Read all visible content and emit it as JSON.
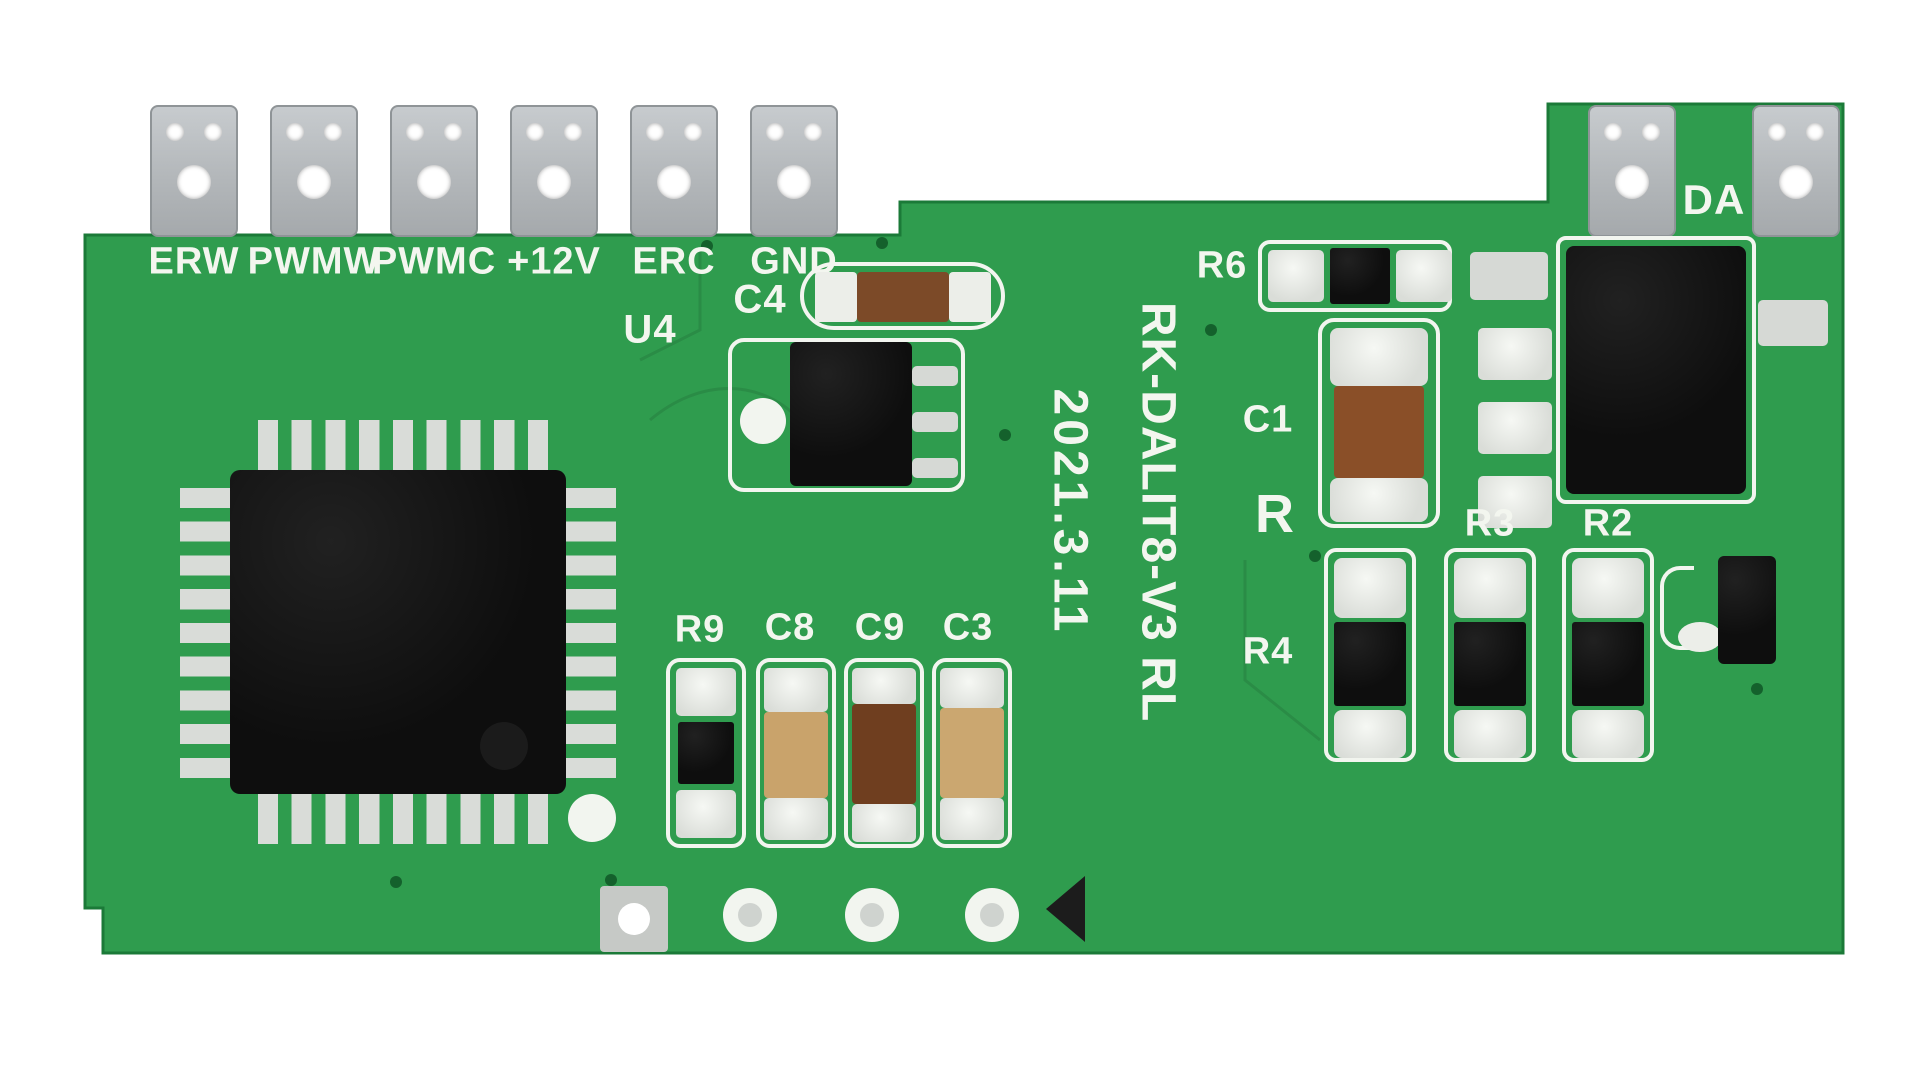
{
  "image": {
    "type": "pcb-top-view-photo",
    "description": "Green DALI dimmer/LED driver PCB module, white background"
  },
  "board": {
    "model_vertical_text": "RK-DALIT8-V3 RL",
    "date_vertical_text": "2021.3.11",
    "terminals_left": [
      {
        "label": "ERW"
      },
      {
        "label": "PWMW"
      },
      {
        "label": "PWMC"
      },
      {
        "label": "+12V"
      },
      {
        "label": "ERC"
      },
      {
        "label": "GND"
      }
    ],
    "terminal_right_label": "DA",
    "refdes": {
      "u4": "U4",
      "c4": "C4",
      "r9": "R9",
      "c8": "C8",
      "c9": "C9",
      "c3": "C3",
      "r6": "R6",
      "c1": "C1",
      "r": "R",
      "r3": "R3",
      "r2": "R2",
      "r4": "R4"
    },
    "colors": {
      "background": "#ffffff",
      "board_green": "#2f9c4e",
      "board_edge": "#1b7a38",
      "silkscreen_white": "#f2f5ef",
      "terminal_gray": "#b7bbbe",
      "chip_black": "#0e0e0e",
      "capacitor_brown": "#84512c",
      "capacitor_dark_brown": "#6f3e1f",
      "capacitor_tan": "#c9a36b",
      "pad_light": "#e9ebe6",
      "via_dark_green": "#14612c"
    }
  }
}
